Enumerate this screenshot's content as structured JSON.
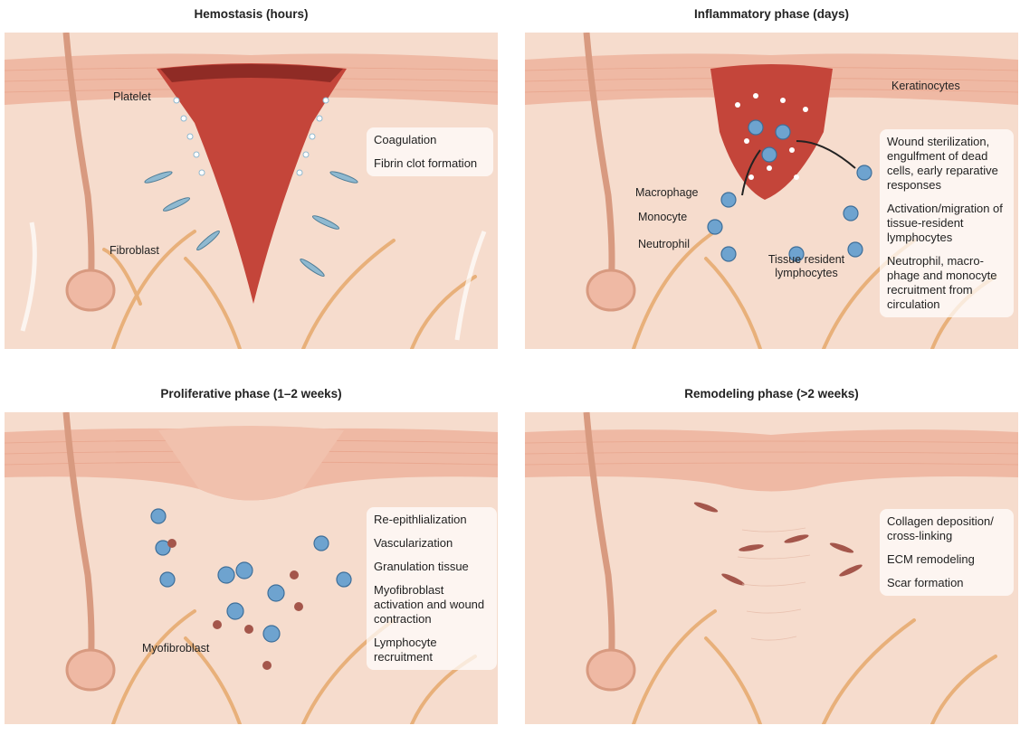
{
  "panels": [
    {
      "title": "Hemostasis (hours)",
      "labels": [
        "Platelet",
        "Fibroblast"
      ],
      "box": [
        "Coagulation",
        "Fibrin clot formation"
      ]
    },
    {
      "title": "Inflammatory phase (days)",
      "labels": [
        "Keratinocytes",
        "Macrophage",
        "Monocyte",
        "Neutrophil",
        "Tissue resident lymphocytes"
      ],
      "box": [
        "Wound sterilization, engulfment of dead cells, early reparative responses",
        "Activation/migration of tissue-resident lymphocytes",
        "Neutrophil, macro-phage and monocyte recruitment from circulation"
      ]
    },
    {
      "title": "Proliferative phase (1–2 weeks)",
      "labels": [
        "Myofibroblast"
      ],
      "box": [
        "Re-epithlialization",
        "Vascularization",
        "Granulation tissue",
        "Myofibroblast activation and wound contraction",
        "Lymphocyte recruitment"
      ]
    },
    {
      "title": "Remodeling phase (>2 weeks)",
      "labels": [],
      "box": [
        "Collagen deposition/ cross-linking",
        "ECM remodeling",
        "Scar formation"
      ]
    }
  ],
  "colors": {
    "skin": "#f6dccd",
    "epidermis": "#efb9a4",
    "hair": "#d89a80",
    "vessel": "#e8b07a",
    "wound": "#c4453a",
    "fibroblast": "#8fb9d0",
    "immune": "#6ea3cf",
    "myofibroblast": "#a4564b"
  }
}
